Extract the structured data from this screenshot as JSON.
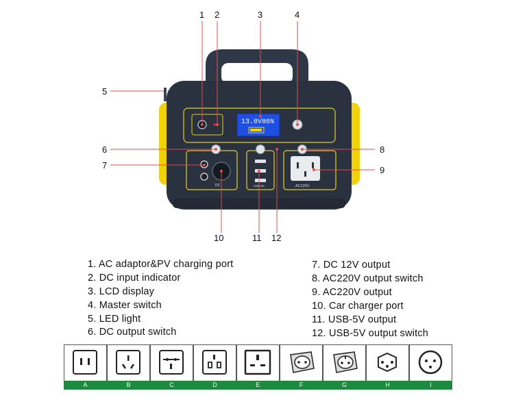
{
  "callouts": {
    "c1": "1",
    "c2": "2",
    "c3": "3",
    "c4": "4",
    "c5": "5",
    "c6": "6",
    "c7": "7",
    "c8": "8",
    "c9": "9",
    "c10": "10",
    "c11": "11",
    "c12": "12"
  },
  "device": {
    "lcd_voltage": "13.0V",
    "lcd_percent": "86%",
    "dc_label": "DC",
    "usb_label": "USB 5V",
    "ac_label": "AC220V"
  },
  "legend": {
    "left": [
      "1. AC adaptor&PV charging port",
      "2. DC input indicator",
      "3. LCD display",
      "4. Master switch",
      "5. LED light",
      "6. DC output switch"
    ],
    "right": [
      "7. DC 12V output",
      "8. AC220V output switch",
      "9. AC220V output",
      "10. Car charger port",
      "11. USB-5V output",
      "12. USB-5V output switch"
    ]
  },
  "plug_types": [
    "A",
    "B",
    "C",
    "D",
    "E",
    "F",
    "G",
    "H",
    "I"
  ],
  "colors": {
    "body": "#2a3240",
    "accent_yellow": "#f2d10a",
    "lcd_blue": "#1f4fe0",
    "plug_bar_green": "#1c8a3f"
  }
}
